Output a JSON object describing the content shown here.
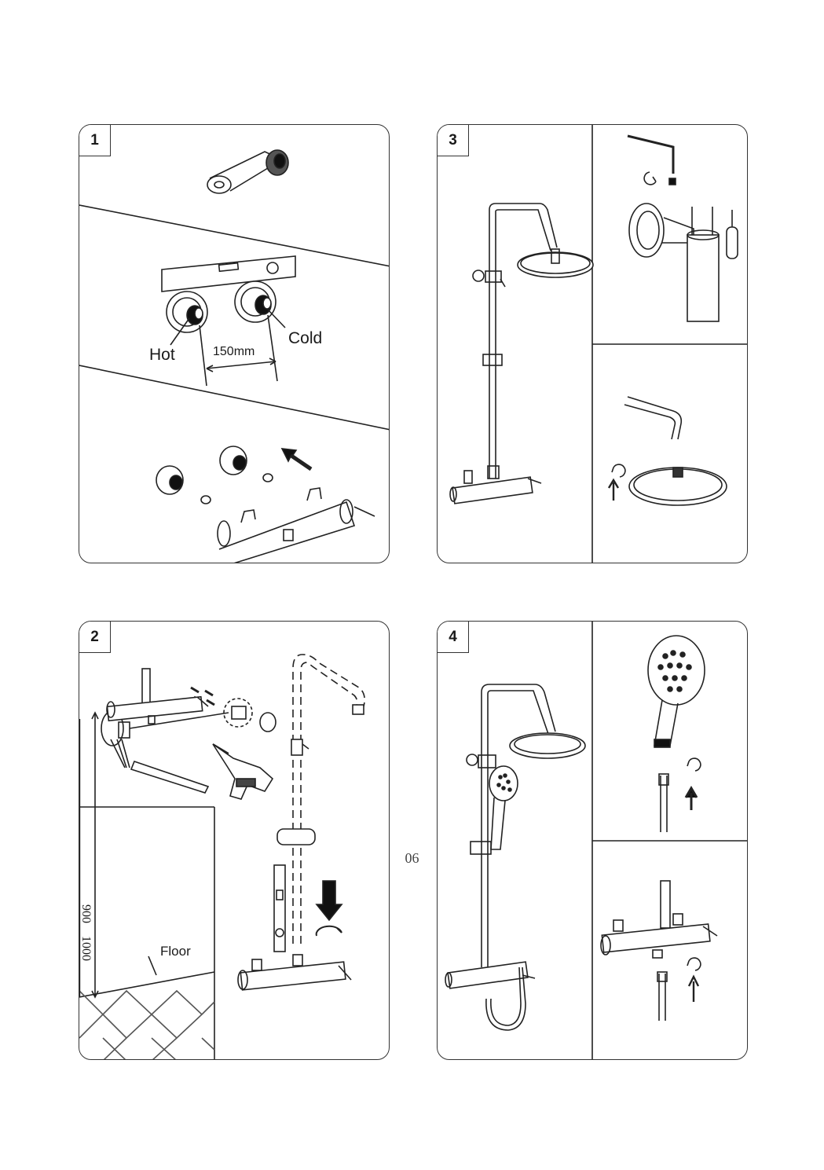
{
  "page": {
    "number": "06"
  },
  "steps": [
    {
      "number": "1",
      "labels": {
        "hot": "Hot",
        "cold": "Cold",
        "spacing": "150mm"
      }
    },
    {
      "number": "2",
      "labels": {
        "floor": "Floor",
        "height_900": "900",
        "height_1000": "1000"
      }
    },
    {
      "number": "3"
    },
    {
      "number": "4"
    }
  ]
}
